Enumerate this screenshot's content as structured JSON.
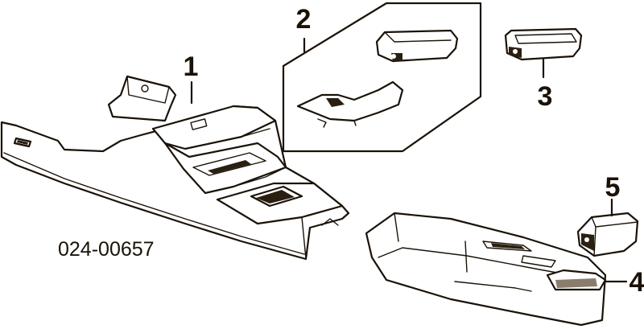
{
  "diagram": {
    "part_number": "024-00657",
    "callouts": [
      {
        "id": "1",
        "label": "1"
      },
      {
        "id": "2",
        "label": "2"
      },
      {
        "id": "3",
        "label": "3"
      },
      {
        "id": "4",
        "label": "4"
      },
      {
        "id": "5",
        "label": "5"
      }
    ],
    "ink_color": "#1a1208",
    "background": "#ffffff"
  }
}
